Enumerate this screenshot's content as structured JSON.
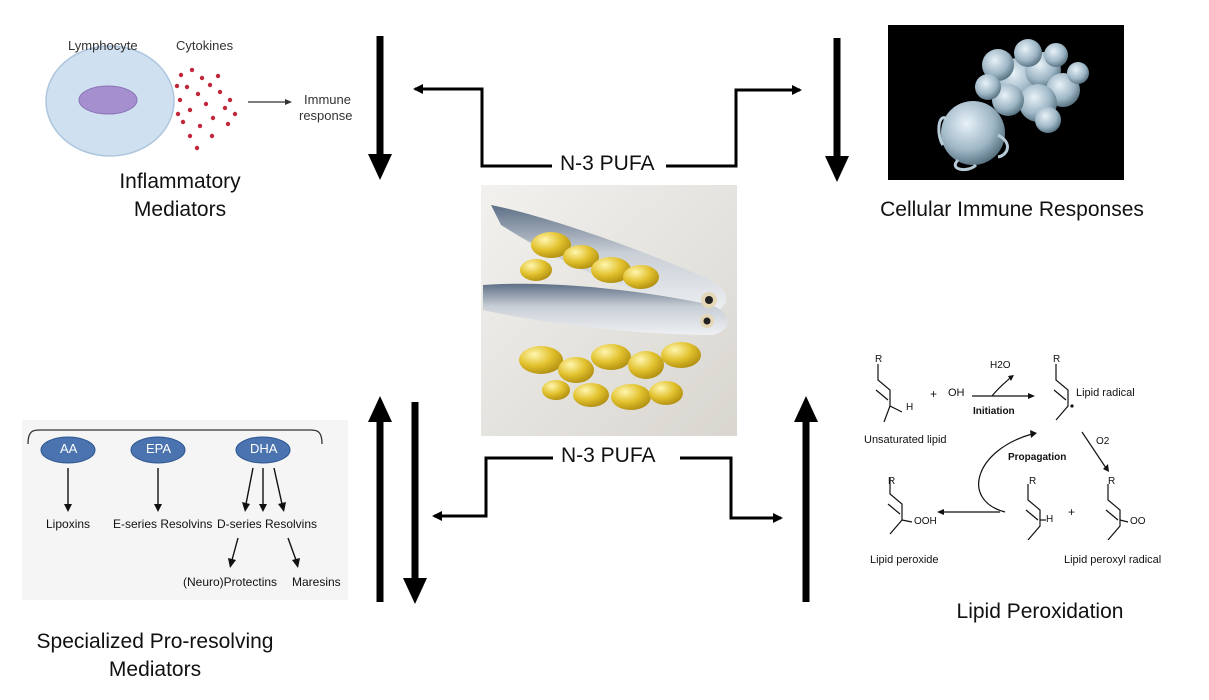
{
  "center": {
    "top_label": "N-3 PUFA",
    "bottom_label": "N-3 PUFA"
  },
  "quadrants": {
    "top_left": {
      "title": "Inflammatory Mediators",
      "lymphocyte_label": "Lymphocyte",
      "cytokines_label": "Cytokines",
      "immune_label_1": "Immune",
      "immune_label_2": "response"
    },
    "top_right": {
      "title": "Cellular Immune Responses"
    },
    "bottom_left": {
      "title_line1": "Specialized Pro-resolving",
      "title_line2": "Mediators",
      "nodes": [
        "AA",
        "EPA",
        "DHA"
      ],
      "products": [
        "Lipoxins",
        "E-series Resolvins",
        "D-series Resolvins"
      ],
      "sub_products": [
        "(Neuro)Protectins",
        "Maresins"
      ]
    },
    "bottom_right": {
      "title": "Lipid Peroxidation",
      "unsaturated": "Unsaturated lipid",
      "oh": "OH",
      "h2o": "H2O",
      "initiation": "Initiation",
      "lipid_radical": "Lipid radical",
      "o2": "O2",
      "propagation": "Propagation",
      "lipid_peroxide": "Lipid peroxide",
      "peroxyl_radical": "Lipid peroxyl radical",
      "ooh": "OOH",
      "oo": "OO",
      "r": "R",
      "h": "H",
      "plus": "+"
    }
  },
  "effects": {
    "inflammatory": "down",
    "cellular_immune": "down",
    "spm": "up-down",
    "lipid_peroxidation": "up"
  }
}
